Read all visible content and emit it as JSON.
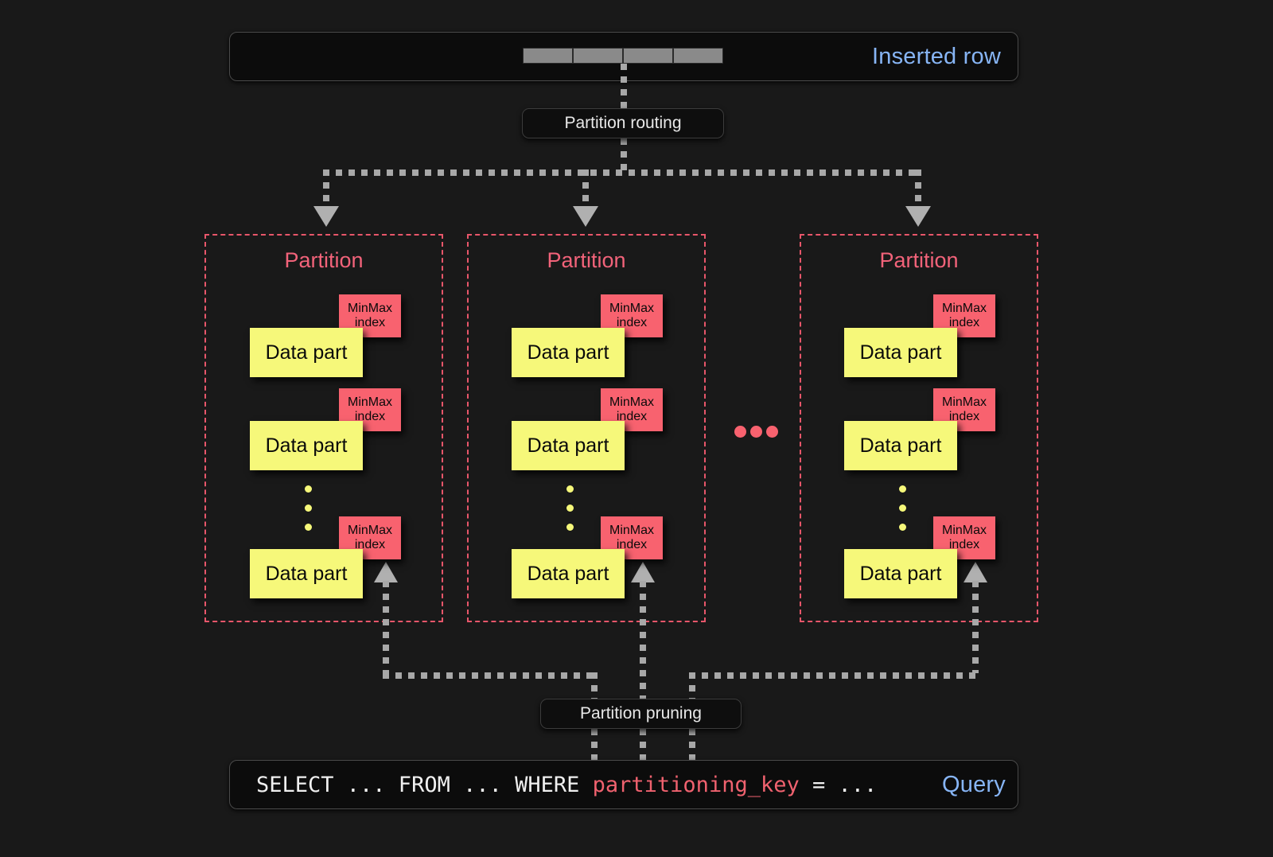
{
  "background": "#191919",
  "colors": {
    "accent_blue": "#87b5f5",
    "partition_red": "#f2637a",
    "minmax_red": "#f8626f",
    "datapart_yellow": "#f6f87a",
    "line_gray": "#a8a8a8"
  },
  "inserted_row": {
    "label": "Inserted row",
    "cell_count": 4,
    "cells": [
      "",
      "",
      "",
      ""
    ]
  },
  "partition_routing": {
    "label": "Partition routing"
  },
  "partitions": [
    {
      "title": "Partition",
      "data_parts": [
        {
          "label": "Data part",
          "index_label_line1": "MinMax",
          "index_label_line2": "index"
        },
        {
          "label": "Data part",
          "index_label_line1": "MinMax",
          "index_label_line2": "index"
        },
        {
          "label": "Data part",
          "index_label_line1": "MinMax",
          "index_label_line2": "index"
        }
      ],
      "vertical_ellipsis_dots": 3
    },
    {
      "title": "Partition",
      "data_parts": [
        {
          "label": "Data part",
          "index_label_line1": "MinMax",
          "index_label_line2": "index"
        },
        {
          "label": "Data part",
          "index_label_line1": "MinMax",
          "index_label_line2": "index"
        },
        {
          "label": "Data part",
          "index_label_line1": "MinMax",
          "index_label_line2": "index"
        }
      ],
      "vertical_ellipsis_dots": 3
    },
    {
      "title": "Partition",
      "data_parts": [
        {
          "label": "Data part",
          "index_label_line1": "MinMax",
          "index_label_line2": "index"
        },
        {
          "label": "Data part",
          "index_label_line1": "MinMax",
          "index_label_line2": "index"
        },
        {
          "label": "Data part",
          "index_label_line1": "MinMax",
          "index_label_line2": "index"
        }
      ],
      "vertical_ellipsis_dots": 3
    }
  ],
  "horizontal_ellipsis_dots": 3,
  "partition_pruning": {
    "label": "Partition pruning"
  },
  "query": {
    "label": "Query",
    "sql_prefix": "SELECT ... FROM ... WHERE ",
    "sql_column": "partitioning_key",
    "sql_suffix": " = ..."
  }
}
